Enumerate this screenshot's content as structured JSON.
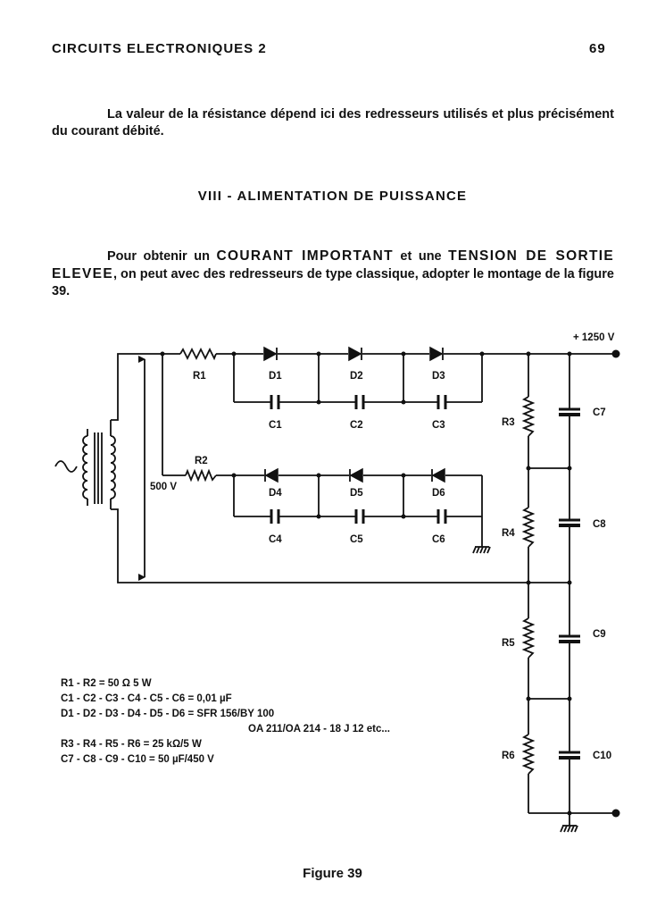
{
  "header": {
    "title": "CIRCUITS ELECTRONIQUES 2",
    "page_number": "69"
  },
  "paragraph1": "La valeur de la résistance dépend ici des redresseurs utilisés et plus précisément du courant débité.",
  "section_title": "VIII - ALIMENTATION DE PUISSANCE",
  "paragraph2": {
    "t1": "Pour obtenir un ",
    "t2": "COURANT IMPORTANT",
    "t3": " et une ",
    "t4": "TENSION DE SORTIE ELEVEE",
    "t5": ", on peut avec des redresseurs de type classique, adopter le montage de la figure 39."
  },
  "schematic": {
    "output_voltage": "+ 1250 V",
    "transformer_voltage": "500 V",
    "resistors": [
      "R1",
      "R2",
      "R3",
      "R4",
      "R5",
      "R6"
    ],
    "diodes": [
      "D1",
      "D2",
      "D3",
      "D4",
      "D5",
      "D6"
    ],
    "capacitors": [
      "C1",
      "C2",
      "C3",
      "C4",
      "C5",
      "C6",
      "C7",
      "C8",
      "C9",
      "C10"
    ]
  },
  "legend": {
    "line1": "R1 - R2 = 50 Ω 5 W",
    "line2": "C1 - C2 - C3 - C4 - C5 - C6 = 0,01 µF",
    "line3": "D1 - D2 - D3 - D4 - D5 - D6 = SFR 156/BY 100",
    "line4": "OA 211/OA 214 - 18 J 12 etc...",
    "line5": "R3 - R4 - R5 - R6 = 25 kΩ/5 W",
    "line6": "C7 - C8 - C9 - C10 = 50 µF/450 V"
  },
  "figure_caption": "Figure 39"
}
